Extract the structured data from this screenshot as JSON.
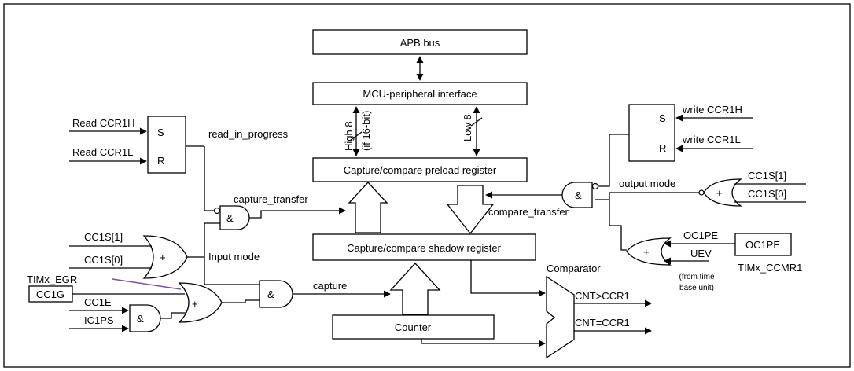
{
  "blocks": {
    "apb_bus": "APB bus",
    "mcu_interface": "MCU-peripheral interface",
    "preload_register": "Capture/compare preload register",
    "shadow_register": "Capture/compare shadow register",
    "counter": "Counter",
    "ccmr1_reg": "OC1PE",
    "ccmr1_caption": "TIMx_CCMR1",
    "cc1g_box": "CC1G",
    "egr_caption": "TIMx_EGR"
  },
  "signals": {
    "read_ccr1h": "Read CCR1H",
    "read_ccr1l": "Read CCR1L",
    "s_left": "S",
    "r_left": "R",
    "read_in_progress": "read_in_progress",
    "high8": "High 8",
    "if16bit": "(if 16-bit)",
    "low8": "Low 8",
    "capture_transfer": "capture_transfer",
    "compare_transfer": "compare_transfer",
    "cc1s1_in": "CC1S[1]",
    "cc1s0_in": "CC1S[0]",
    "input_mode": "Input mode",
    "cc1e": "CC1E",
    "ic1ps": "IC1PS",
    "capture": "capture",
    "comparator": "Comparator",
    "cnt_gt": "CNT>CCR1",
    "cnt_eq": "CNT=CCR1",
    "write_ccr1h": "write CCR1H",
    "write_ccr1l": "write CCR1L",
    "s_right": "S",
    "r_right": "R",
    "output_mode": "output mode",
    "cc1s1_out": "CC1S[1]",
    "cc1s0_out": "CC1S[0]",
    "oc1pe": "OC1PE",
    "uev": "UEV",
    "from_time_1": "(from time",
    "from_time_2": "base unit)"
  },
  "gates": {
    "and_sym": "&",
    "or_sym": "+"
  }
}
